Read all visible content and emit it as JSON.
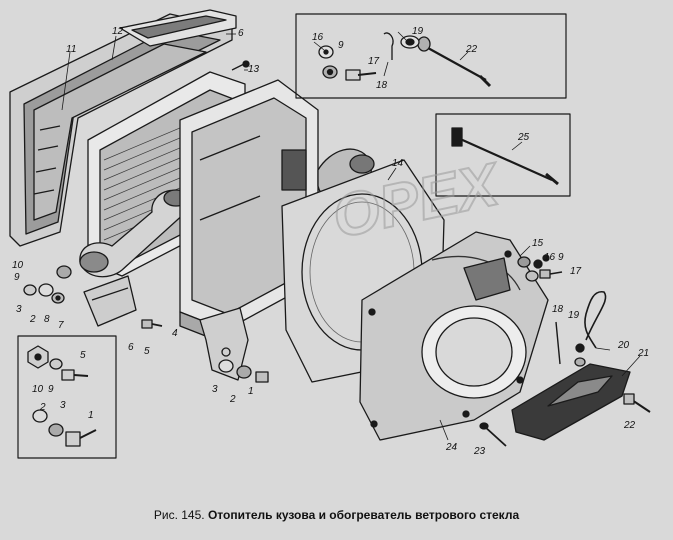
{
  "caption": {
    "prefix": "Рис. 145.",
    "title": "Отопитель кузова и обогреватель ветрового стекла"
  },
  "watermark": "OPEX",
  "callouts": {
    "n1": "1",
    "n2": "2",
    "n3": "3",
    "n4": "4",
    "n5": "5",
    "n6": "6",
    "n7": "7",
    "n8": "8",
    "n9": "9",
    "n10": "10",
    "n11": "11",
    "n12": "12",
    "n13": "13",
    "n14": "14",
    "n15": "15",
    "n16": "16",
    "n17": "17",
    "n18": "18",
    "n19": "19",
    "n20": "20",
    "n21": "21",
    "n22": "22",
    "n23": "23",
    "n24": "24",
    "n25": "25"
  },
  "colors": {
    "background": "#d9d9d9",
    "ink": "#1a1a1a",
    "shade": "#555555",
    "watermark": "#9a9a9a"
  }
}
